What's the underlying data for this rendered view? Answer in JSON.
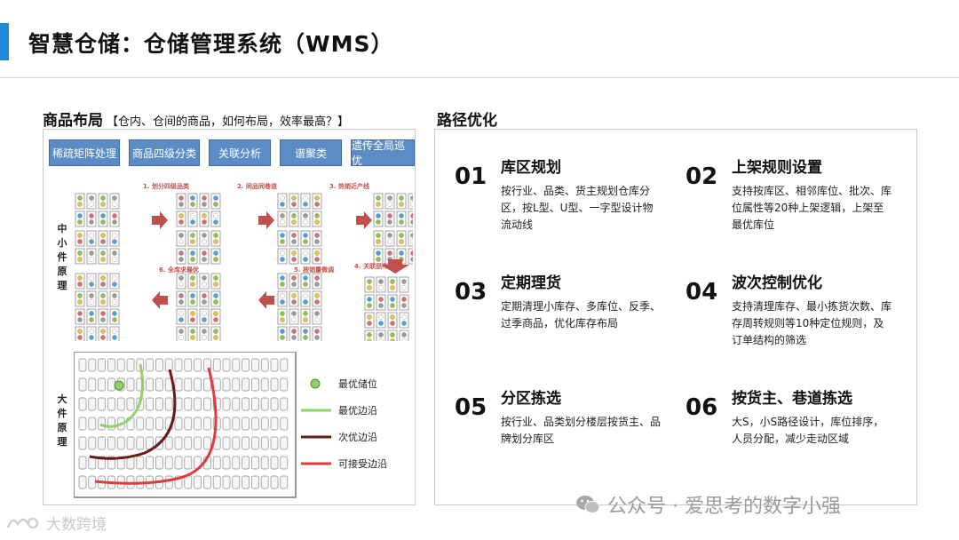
{
  "header": {
    "title": "智慧仓储：仓储管理系统（WMS）"
  },
  "left": {
    "heading": "商品布局",
    "subheading": "【仓内、仓间的商品，如何布局，效率最高？】",
    "algorithms": [
      "稀疏矩阵处理",
      "商品四级分类",
      "关联分析",
      "谱聚类",
      "遗传全局巡优"
    ],
    "small_label": "中小件原理",
    "large_label": "大件原理",
    "steps": [
      "1. 划分四级品类",
      "2. 同品同巷道",
      "3. 热销近产线",
      "4. 关联品布局",
      "5. 按销量微调",
      "6. 全库求最优"
    ],
    "legend": [
      "最优储位",
      "最优边沿",
      "次优边沿",
      "可接受边沿"
    ]
  },
  "right": {
    "heading": "路径优化",
    "items": [
      {
        "num": "01",
        "title": "库区规划",
        "desc": "按行业、品类、货主规划仓库分区，按L型、U型、一字型设计物流动线"
      },
      {
        "num": "02",
        "title": "上架规则设置",
        "desc": "支持按库区、相邻库位、批次、库位属性等20种上架逻辑，上架至最优库位"
      },
      {
        "num": "03",
        "title": "定期理货",
        "desc": "定期清理小库存、多库位、反季、过季商品，优化库存布局"
      },
      {
        "num": "04",
        "title": "波次控制优化",
        "desc": "支持清理库存、最小拣货次数、库存周转规则等10种定位规则，及订单结构的筛选"
      },
      {
        "num": "05",
        "title": "分区拣选",
        "desc": "按行业、品类划分楼层按货主、品牌划分库区"
      },
      {
        "num": "06",
        "title": "按货主、巷道拣选",
        "desc": "大S，小S路径设计，库位排序，人员分配，减少走动区域"
      }
    ]
  },
  "watermark": "公众号 · 爱思考的数字小强",
  "corner_logo": "大数跨境",
  "colors": {
    "accent": "#1e88d6",
    "algo_bg": "#5b8cc6",
    "arrow": "#c0504d",
    "best": "#8fd16a",
    "second": "#6b1a1a",
    "acceptable": "#e03a3a"
  }
}
